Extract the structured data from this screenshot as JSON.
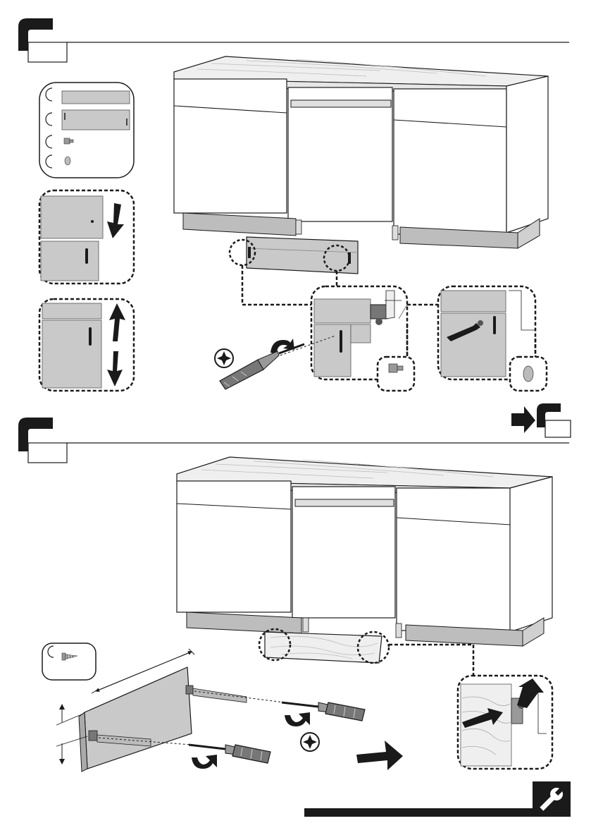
{
  "colors": {
    "ink": "#1a1a1a",
    "panel_gray": "#c9c9c9",
    "plinth_gray": "#bdbdbd",
    "worktop": "#efefef",
    "dashed": "#1a1a1a"
  },
  "icons": {
    "step_marker": "step-marker-icon",
    "phillips_screwdriver": "phillips-screwdriver-icon",
    "phillips_head_symbol": "phillips-cross-icon",
    "rotate_clockwise": "rotate-arrow-icon",
    "next_step_arrow": "next-step-arrow-icon",
    "wrench": "wrench-icon"
  },
  "steps": [
    {
      "id": "step-1",
      "parts": [
        "plinth-panel-short",
        "plinth-panel-tall",
        "screw-small",
        "clip-plug"
      ],
      "detail_insets": [
        "slide-down-inset",
        "adjust-up-down-inset",
        "screw-detail-inset",
        "plug-detail-inset"
      ]
    },
    {
      "id": "step-2",
      "parts": [
        "wood-screw"
      ],
      "detail_insets": [
        "bracket-push-inset"
      ]
    }
  ]
}
